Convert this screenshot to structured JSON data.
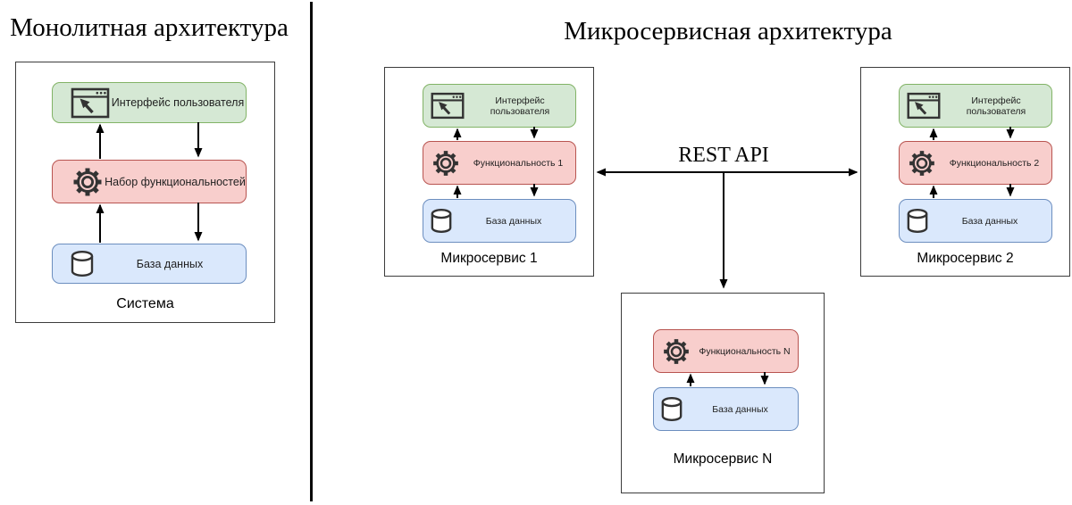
{
  "left_panel": {
    "title": "Монолитная архитектура",
    "system": {
      "label": "Система",
      "ui_label": "Интерфейс пользователя",
      "func_label": "Набор функциональностей",
      "db_label": "База данных"
    }
  },
  "right_panel": {
    "title": "Микросервисная архитектура",
    "rest_api_label": "REST API",
    "ms1": {
      "label": "Микросервис 1",
      "ui_label": "Интерфейс пользователя",
      "func_label": "Функциональность 1",
      "db_label": "База данных"
    },
    "ms2": {
      "label": "Микросервис 2",
      "ui_label": "Интерфейс пользователя",
      "func_label": "Функциональность 2",
      "db_label": "База данных"
    },
    "msn": {
      "label": "Микросервис N",
      "func_label": "Функциональность N",
      "db_label": "База данных"
    }
  },
  "icons": {
    "ui": "browser-icon",
    "func": "gear-icon",
    "db": "database-icon"
  },
  "colors": {
    "ui_fill": "#d5e8d4",
    "ui_stroke": "#82b366",
    "func_fill": "#f8cecc",
    "func_stroke": "#b85450",
    "db_fill": "#dae8fc",
    "db_stroke": "#6c8ebf",
    "arrow": "#000000"
  }
}
